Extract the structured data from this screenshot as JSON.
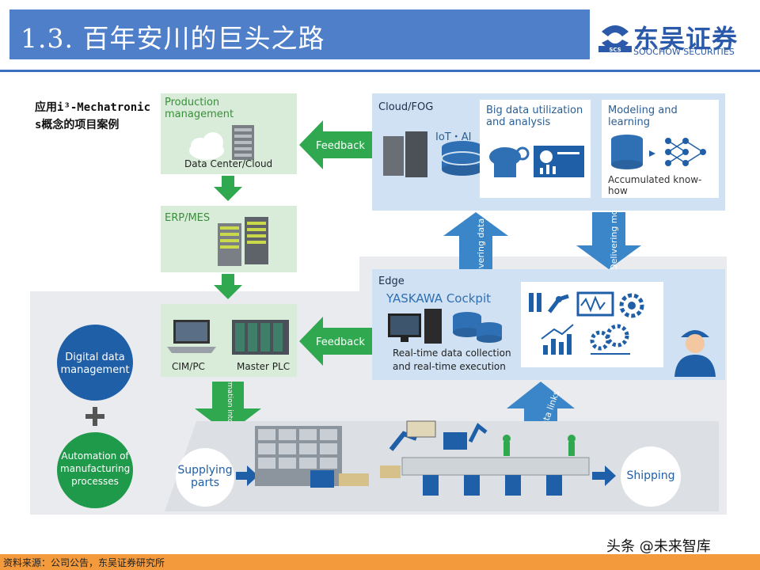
{
  "header": {
    "title": "1.3. 百年安川的巨头之路"
  },
  "logo": {
    "cn": "东吴证券",
    "abbr": "SCS",
    "en": "SOOCHOW SECURITIES"
  },
  "side_label": "应用i³-Mechatronics概念的项目案例",
  "diagram": {
    "production": {
      "title": "Production management",
      "caption": "Data Center/Cloud"
    },
    "erp": {
      "title": "ERP/MES"
    },
    "cim": {
      "pc": "CIM/PC",
      "plc": "Master PLC"
    },
    "cloud": {
      "title": "Cloud/FOG",
      "iot": "IoT・AI",
      "bigdata": "Big data utilization and analysis",
      "modeling": "Modeling and learning",
      "accumulated": "Accumulated know-how"
    },
    "edge": {
      "title": "Edge",
      "cockpit": "YASKAWA Cockpit",
      "realtime": "Real-time data collection and real-time execution"
    },
    "feedback_top": "Feedback",
    "feedback_bottom": "Feedback",
    "delivering_data": "Delivering data",
    "delivering_models": "Delivering models",
    "transformation": "Transformation into action",
    "using_data_links": "Using data links",
    "digital": "Digital data management",
    "automation": "Automation of manufacturing processes",
    "supplying": "Supplying parts",
    "shipping": "Shipping"
  },
  "footer": {
    "source": "资料来源：公司公告，东吴证券研究所"
  },
  "watermark": "头条 @未来智库",
  "colors": {
    "header": "#4f7fc9",
    "green_arrow": "#2fa84f",
    "blue_arrow": "#3a86c8",
    "footer": "#f39a3c",
    "circle_blue": "#1f5fa8",
    "circle_green": "#1f9a4a"
  }
}
